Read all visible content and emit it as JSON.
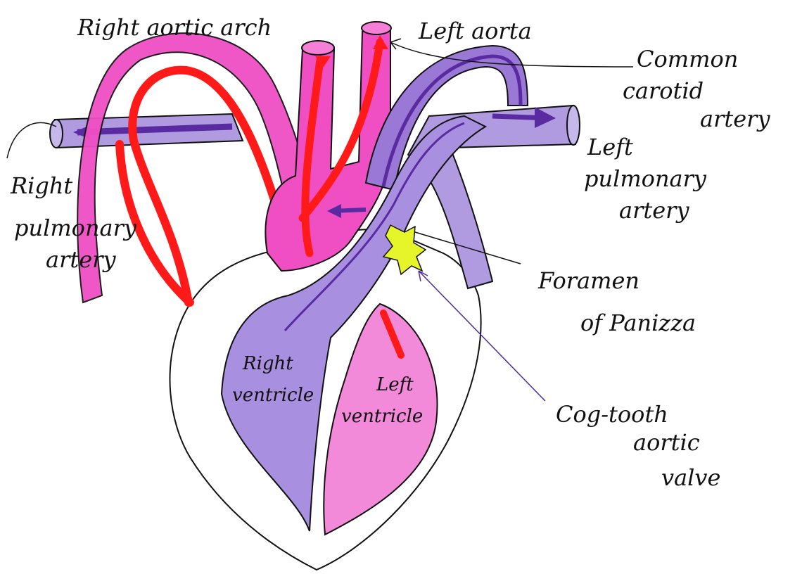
{
  "labels": {
    "right_aortic_arch": "Right aortic arch",
    "left_aorta": "Left aorta",
    "common_carotid_1": "Common",
    "common_carotid_2": "carotid",
    "common_carotid_3": "artery",
    "left_pulmonary_1": "Left",
    "left_pulmonary_2": "pulmonary",
    "left_pulmonary_3": "artery",
    "right_pulmonary_1": "Right",
    "right_pulmonary_2": "pulmonary",
    "right_pulmonary_3": "artery",
    "foramen_1": "Foramen",
    "foramen_2": "of Panizza",
    "cog_1": "Cog-tooth",
    "cog_2": "aortic",
    "cog_3": "valve",
    "right_ventricle_1": "Right",
    "right_ventricle_2": "ventricle",
    "left_ventricle_1": "Left",
    "left_ventricle_2": "ventricle"
  },
  "colors": {
    "oxygenated": "#f04fc4",
    "oxygenated_flow": "#ff1a1a",
    "deoxygenated": "#9a78d6",
    "deoxygenated_dark": "#5a2aa0",
    "valve": "#e6f52a",
    "outline": "#111111"
  }
}
